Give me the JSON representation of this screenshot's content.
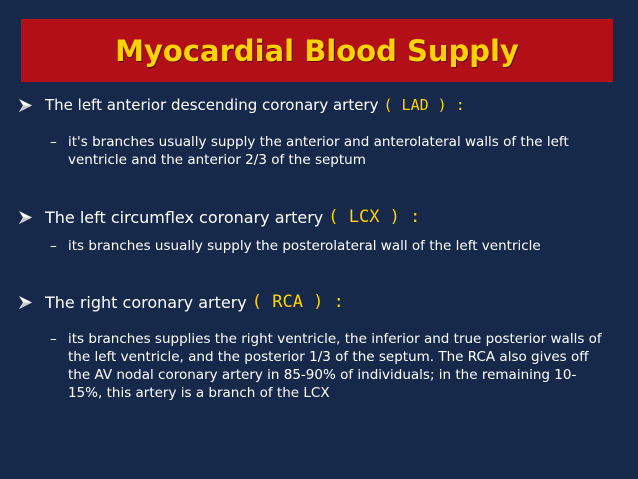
{
  "title": "Myocardial Blood Supply",
  "colors": {
    "background": "#16294a",
    "title_bar": "#b30f16",
    "title_text": "#ffd200",
    "body_text": "#ffffff",
    "highlight": "#ffd200"
  },
  "bullets": [
    {
      "icon": "arrow-bullet-icon",
      "text": "The left anterior descending coronary artery",
      "abbr": "( LAD ) :",
      "sub_dash": "–",
      "sub_text": "it's branches usually supply the anterior and anterolateral walls of the left ventricle and the anterior 2/3 of the septum"
    },
    {
      "icon": "arrow-bullet-icon",
      "text": "The left circumflex coronary artery",
      "abbr": "( LCX ) :",
      "sub_dash": "–",
      "sub_text": "its branches usually supply the posterolateral wall of the left ventricle"
    },
    {
      "icon": "arrow-bullet-icon",
      "text": "The right coronary artery",
      "abbr": "( RCA ) :",
      "sub_dash": "–",
      "sub_text": "its branches supplies the right ventricle, the inferior and true posterior walls of the left ventricle, and the posterior 1/3 of the septum. The RCA also gives off the AV nodal coronary artery in 85-90% of individuals; in the remaining 10-15%, this artery is a branch of the LCX"
    }
  ]
}
